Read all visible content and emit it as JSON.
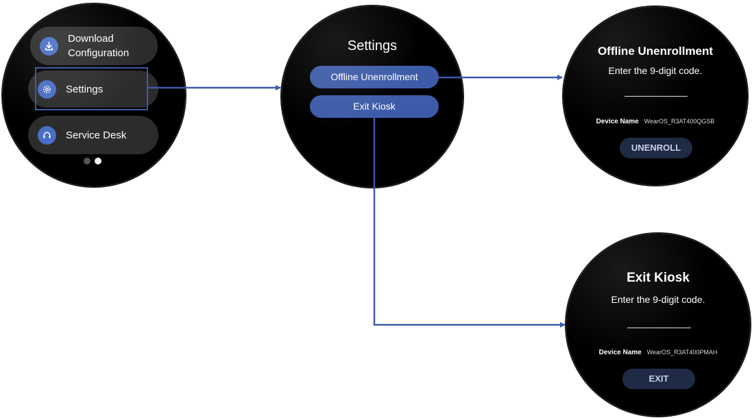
{
  "home_watch": {
    "tiles": [
      {
        "label": "Download Configuration",
        "icon": "download-icon"
      },
      {
        "label": "Settings",
        "icon": "gear-icon"
      },
      {
        "label": "Service Desk",
        "icon": "headset-icon"
      }
    ],
    "page_indicator": {
      "count": 2,
      "active_index": 1
    }
  },
  "settings_watch": {
    "title": "Settings",
    "buttons": [
      "Offline Unenrollment",
      "Exit Kiosk"
    ]
  },
  "unenroll_watch": {
    "title": "Offline Unenrollment",
    "prompt": "Enter the 9-digit code.",
    "device_label": "Device Name",
    "device_value": "WearOS_R3AT400QGSB",
    "action_label": "UNENROLL"
  },
  "exit_watch": {
    "title": "Exit Kiosk",
    "prompt": "Enter the 9-digit code.",
    "device_label": "Device Name",
    "device_value": "WearOS_R3AT400PMAH",
    "action_label": "EXIT"
  },
  "colors": {
    "accent": "#3d5ba8",
    "icon_bg": "#4a6fc6",
    "tile_bg": "#2c2c2c",
    "connector": "#3e5aa8",
    "action_bg": "#1f2a45"
  }
}
